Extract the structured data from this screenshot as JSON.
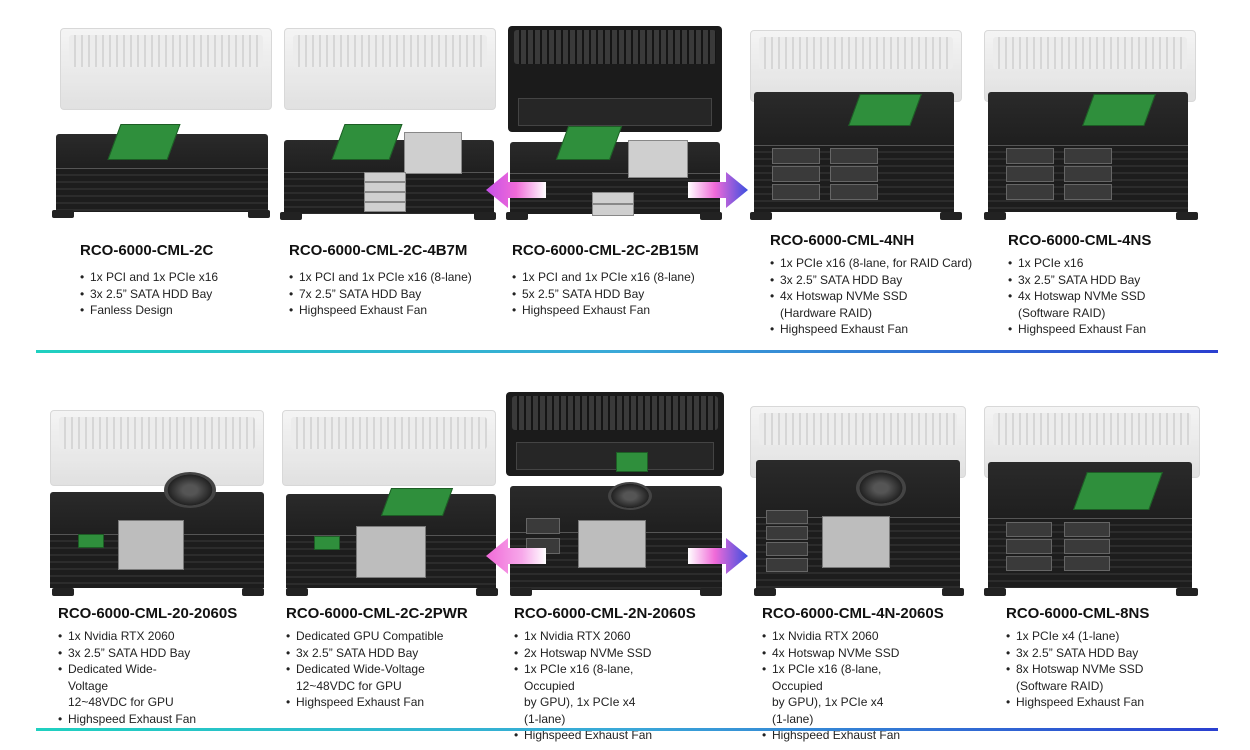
{
  "row1": [
    {
      "title": "RCO-6000-CML-2C",
      "features": [
        "1x PCI and 1x PCIe x16",
        "3x 2.5” SATA HDD Bay",
        "Fanless Design"
      ]
    },
    {
      "title": "RCO-6000-CML-2C-4B7M",
      "features": [
        "1x PCI and 1x PCIe x16 (8-lane)",
        "7x 2.5” SATA HDD Bay",
        "Highspeed Exhaust Fan"
      ]
    },
    {
      "title": "RCO-6000-CML-2C-2B15M",
      "features": [
        "1x PCI and 1x PCIe x16 (8-lane)",
        "5x 2.5” SATA HDD Bay",
        "Highspeed Exhaust Fan"
      ]
    },
    {
      "title": "RCO-6000-CML-4NH",
      "features": [
        "1x PCIe x16 (8-lane, for RAID Card)",
        "3x 2.5” SATA HDD Bay",
        "4x Hotswap NVMe SSD\n(Hardware RAID)",
        "Highspeed Exhaust Fan"
      ]
    },
    {
      "title": "RCO-6000-CML-4NS",
      "features": [
        "1x PCIe x16",
        "3x 2.5” SATA HDD Bay",
        "4x Hotswap NVMe SSD\n(Software RAID)",
        "Highspeed Exhaust Fan"
      ]
    }
  ],
  "row2": [
    {
      "title": "RCO-6000-CML-20-2060S",
      "features": [
        "1x Nvidia RTX 2060",
        "3x 2.5” SATA HDD Bay",
        "Dedicated Wide-Voltage\n12~48VDC for GPU",
        "Highspeed Exhaust Fan"
      ]
    },
    {
      "title": "RCO-6000-CML-2C-2PWR",
      "features": [
        "Dedicated GPU Compatible",
        "3x 2.5” SATA HDD Bay",
        "Dedicated Wide-Voltage\n12~48VDC for GPU",
        "Highspeed Exhaust Fan"
      ]
    },
    {
      "title": "RCO-6000-CML-2N-2060S",
      "features": [
        "1x Nvidia RTX 2060",
        "2x Hotswap NVMe SSD",
        "1x PCIe x16 (8-lane, Occupied\nby GPU), 1x PCIe x4 (1-lane)",
        "Highspeed Exhaust Fan"
      ]
    },
    {
      "title": "RCO-6000-CML-4N-2060S",
      "features": [
        "1x Nvidia RTX 2060",
        "4x Hotswap NVMe SSD",
        "1x PCIe x16 (8-lane, Occupied\nby GPU), 1x PCIe x4 (1-lane)",
        "Highspeed Exhaust Fan"
      ]
    },
    {
      "title": "RCO-6000-CML-8NS",
      "features": [
        "1x PCIe x4 (1-lane)",
        "3x 2.5” SATA HDD Bay",
        "8x Hotswap NVMe SSD\n(Software RAID)",
        "Highspeed Exhaust Fan"
      ]
    }
  ],
  "colors": {
    "divider_start": "#1fd0c0",
    "divider_end": "#2a3fd0",
    "arrow_blue": "#3b4fe0",
    "arrow_pink": "#f06ad8"
  },
  "icons": [
    "arrow-left-icon",
    "arrow-right-icon"
  ]
}
